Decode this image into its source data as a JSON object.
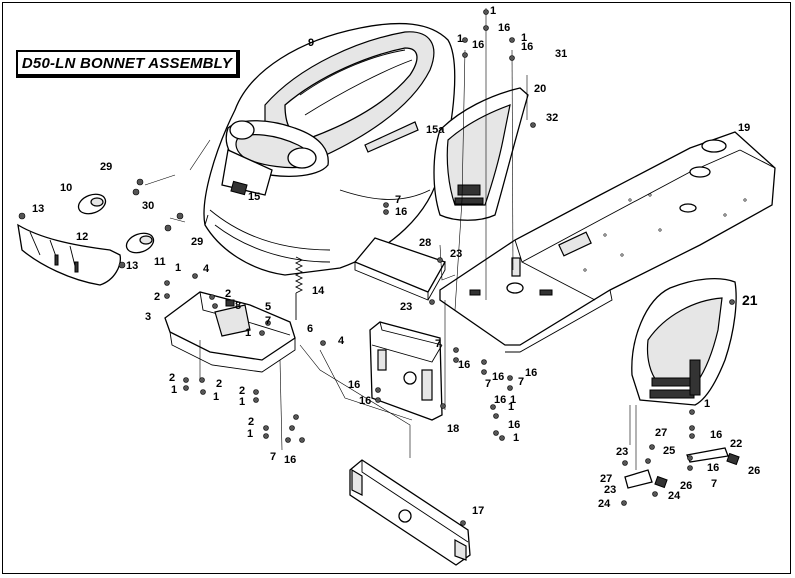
{
  "title": "D50-LN BONNET ASSEMBLY",
  "callouts": [
    "1",
    "16",
    "1",
    "16",
    "1",
    "16",
    "31",
    "20",
    "32",
    "19",
    "9",
    "15a",
    "15",
    "29",
    "30",
    "10",
    "13",
    "12",
    "11",
    "13",
    "29",
    "7",
    "16",
    "28",
    "23",
    "23",
    "1",
    "4",
    "2",
    "2",
    "8",
    "5",
    "3",
    "7",
    "1",
    "14",
    "6",
    "4",
    "7",
    "16",
    "7",
    "16",
    "16",
    "7",
    "16",
    "1",
    "16",
    "2",
    "1",
    "2",
    "1",
    "2",
    "1",
    "2",
    "1",
    "16",
    "1",
    "18",
    "16",
    "1",
    "7",
    "16",
    "17",
    "21",
    "1",
    "27",
    "16",
    "25",
    "22",
    "23",
    "16",
    "26",
    "27",
    "23",
    "26",
    "7",
    "24",
    "24"
  ]
}
